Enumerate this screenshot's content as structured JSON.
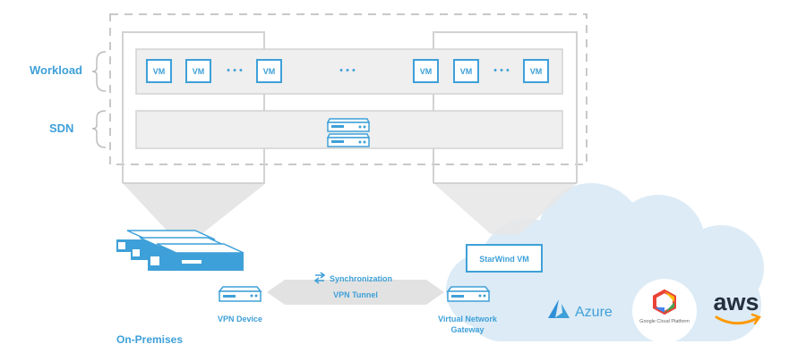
{
  "labels": {
    "workload": "Workload",
    "sdn": "SDN",
    "on_premises": "On-Premises",
    "vpn_device": "VPN Device",
    "vng_line1": "Virtual Network",
    "vng_line2": "Gateway",
    "synchronization": "Synchronization",
    "vpn_tunnel": "VPN Tunnel",
    "starwind_vm": "StarWind VM",
    "azure": "Azure",
    "google_cloud": "Google Cloud Platform",
    "aws": "aws"
  },
  "vms": [
    "VM",
    "VM",
    "VM",
    "VM",
    "VM",
    "VM"
  ],
  "ellipses": [
    "• • •",
    "• • •",
    "• • •"
  ],
  "colors": {
    "accent": "#3ea0d8",
    "cloud": "#dcebf6",
    "panel_fill": "#efefef",
    "panel_stroke": "#d2d2d2",
    "dashed": "#c8c8c8",
    "cone": "#e6e6e6"
  },
  "icons": [
    "server-rack-icon",
    "network-device-icon",
    "sync-arrows-icon",
    "azure-logo-icon",
    "google-cloud-logo-icon",
    "aws-logo-icon"
  ]
}
